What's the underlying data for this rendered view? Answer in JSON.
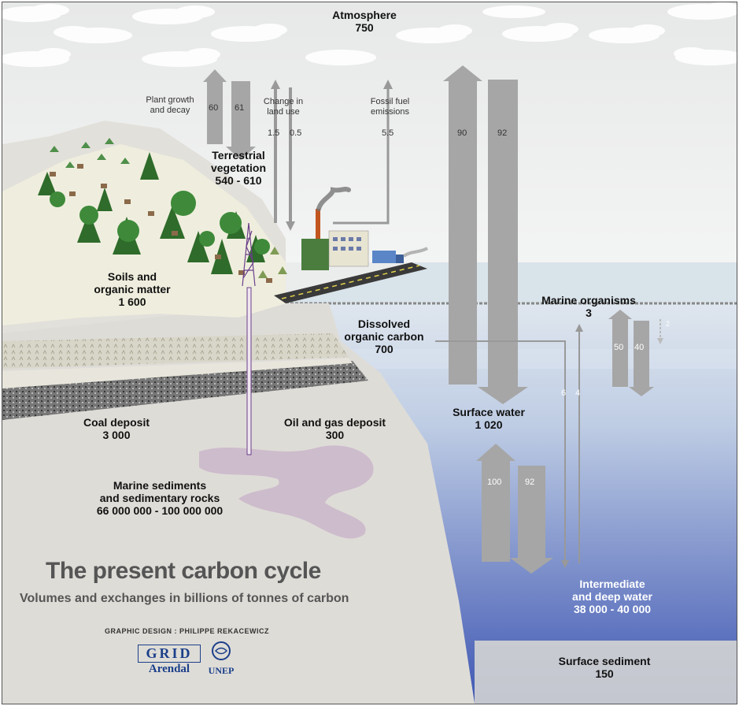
{
  "labels": {
    "atmosphere": {
      "name": "Atmosphere",
      "value": "750"
    },
    "plant_growth": [
      "Plant growth",
      "and decay"
    ],
    "land_use": [
      "Change in",
      "land use"
    ],
    "fossil_fuel": [
      "Fossil fuel",
      "emissions"
    ],
    "terrestrial": {
      "name": [
        "Terrestrial",
        "vegetation"
      ],
      "value": "540 - 610"
    },
    "soils": {
      "name": [
        "Soils and",
        "organic matter"
      ],
      "value": "1 600"
    },
    "dissolved": {
      "name": [
        "Dissolved",
        "organic carbon"
      ],
      "value": "700"
    },
    "marine_organisms": {
      "name": "Marine organisms",
      "value": "3"
    },
    "surface_water": {
      "name": "Surface water",
      "value": "1 020"
    },
    "coal": {
      "name": "Coal deposit",
      "value": "3 000"
    },
    "oil_gas": {
      "name": "Oil and gas deposit",
      "value": "300"
    },
    "marine_sediments": {
      "name": [
        "Marine sediments",
        "and sedimentary rocks"
      ],
      "value": "66 000 000 - 100 000 000"
    },
    "deep_water": {
      "name": [
        "Intermediate",
        "and deep water"
      ],
      "value": "38 000 - 40 000"
    },
    "surface_sediment": {
      "name": "Surface sediment",
      "value": "150"
    }
  },
  "flows": {
    "plant_up": "60",
    "plant_down": "61",
    "land_up": "1.5",
    "land_down": "0.5",
    "fossil": "5.5",
    "ocean_up": "90",
    "ocean_down": "92",
    "marine_a": "50",
    "marine_b": "40",
    "marine_c": "2",
    "doc_a": "6",
    "doc_b": "4",
    "deep_up": "100",
    "deep_down": "92"
  },
  "title": "The present carbon cycle",
  "subtitle": "Volumes and exchanges in billions of tonnes of carbon",
  "credit": "GRAPHIC DESIGN : PHILIPPE REKACEWICZ",
  "logos": {
    "grid_top": "GRID",
    "grid_bottom": "Arendal",
    "unep": "UNEP"
  },
  "colors": {
    "sky": "#eeefef",
    "ocean_top": "#cfdbe8",
    "ocean_bottom": "#4d62b8",
    "arrow": "#a6a6a6",
    "oil": "#c9b6c9",
    "title": "#555555"
  }
}
